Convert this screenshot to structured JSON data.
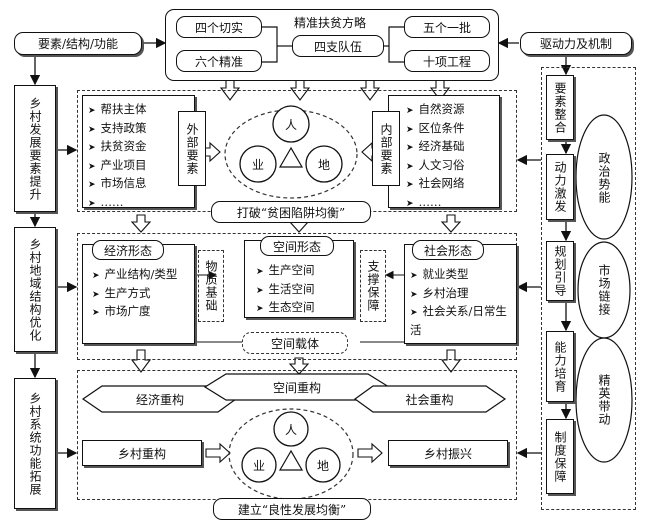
{
  "strategy": {
    "title": "精准扶贫方略",
    "center": "四支队伍",
    "left_top": "四个切实",
    "left_bottom": "六个精准",
    "right_top": "五个一批",
    "right_bottom": "十项工程"
  },
  "header": {
    "left": "要素/结构/功能",
    "right": "驱动力及机制"
  },
  "left_stages": [
    "乡村发展要素提升",
    "乡村地域结构优化",
    "乡村系统功能拓展"
  ],
  "right_mechanisms": [
    "要素整合",
    "动力激发",
    "规划引导",
    "能力培育",
    "制度保障"
  ],
  "right_forces": [
    "政治势能",
    "市场链接",
    "精英带动"
  ],
  "external": {
    "label": "外部要素",
    "items": [
      "帮扶主体",
      "支持政策",
      "扶贫资金",
      "产业项目",
      "市场信息",
      "……"
    ]
  },
  "internal": {
    "label": "内部要素",
    "items": [
      "自然资源",
      "区位条件",
      "经济基础",
      "人文习俗",
      "社会网络",
      "……"
    ]
  },
  "triangle": {
    "top": "人",
    "left": "业",
    "right": "地"
  },
  "break_label": "打破“贫困陷阱均衡”",
  "economic_form": {
    "title": "经济形态",
    "items": [
      "产业结构/类型",
      "生产方式",
      "市场广度"
    ]
  },
  "material_basis": "物质基础",
  "space_form": {
    "title": "空间形态",
    "items": [
      "生产空间",
      "生活空间",
      "生态空间"
    ]
  },
  "support_guarantee": "支撑保障",
  "social_form": {
    "title": "社会形态",
    "items": [
      "就业类型",
      "乡村治理",
      "社会关系/日常生活"
    ]
  },
  "space_carrier": "空间载体",
  "reconstruct": {
    "left": "经济重构",
    "center": "空间重构",
    "right": "社会重构"
  },
  "rural_reconstruct": "乡村重构",
  "rural_revival": "乡村振兴",
  "triangle2": {
    "top": "人",
    "left": "业",
    "right": "地"
  },
  "bottom_label": "建立“良性发展均衡”"
}
